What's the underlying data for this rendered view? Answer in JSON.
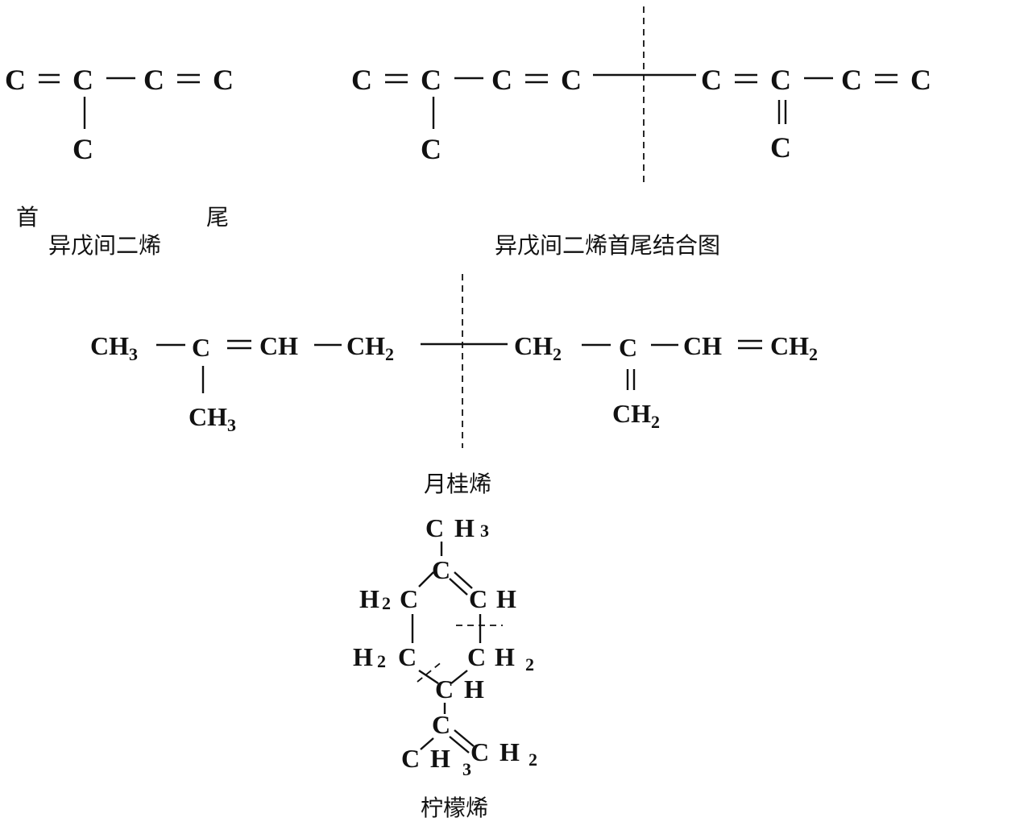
{
  "isoprene": {
    "atom": "C",
    "head_label": "首",
    "tail_label": "尾",
    "caption": "异戊间二烯"
  },
  "head_tail_union": {
    "atom": "C",
    "caption": "异戊间二烯首尾结合图"
  },
  "myrcene": {
    "ch3": "CH",
    "ch3_sub": "3",
    "c": "C",
    "ch": "CH",
    "ch2": "CH",
    "ch2_sub": "2",
    "caption": "月桂烯"
  },
  "limonene": {
    "c": "C",
    "h": "H",
    "sub2": "2",
    "sub3": "3",
    "caption": "柠檬烯"
  }
}
